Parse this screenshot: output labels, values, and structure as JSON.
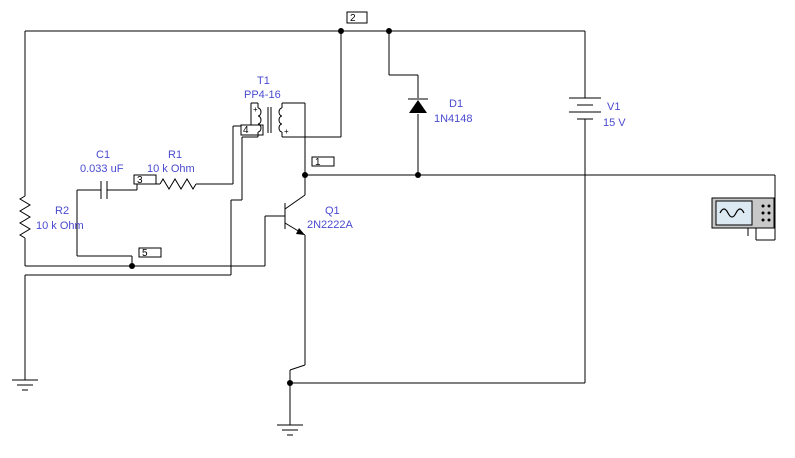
{
  "nodes": [
    "2",
    "1",
    "3",
    "4",
    "5"
  ],
  "components": {
    "t1": {
      "ref": "T1",
      "value": "PP4-16",
      "pins": [
        "+",
        "+"
      ]
    },
    "c1": {
      "ref": "C1",
      "value": "0.033 uF"
    },
    "r1": {
      "ref": "R1",
      "value": "10 k Ohm"
    },
    "r2": {
      "ref": "R2",
      "value": "10 k Ohm"
    },
    "d1": {
      "ref": "D1",
      "value": "1N4148"
    },
    "v1": {
      "ref": "V1",
      "value": "15 V"
    },
    "q1": {
      "ref": "Q1",
      "value": "2N2222A"
    }
  },
  "colors": {
    "label": "#4a4ad0",
    "wire": "#000000",
    "oscilloscope_screen": "#dde9f2"
  },
  "icons": [
    "ground-icon",
    "oscilloscope-icon"
  ]
}
